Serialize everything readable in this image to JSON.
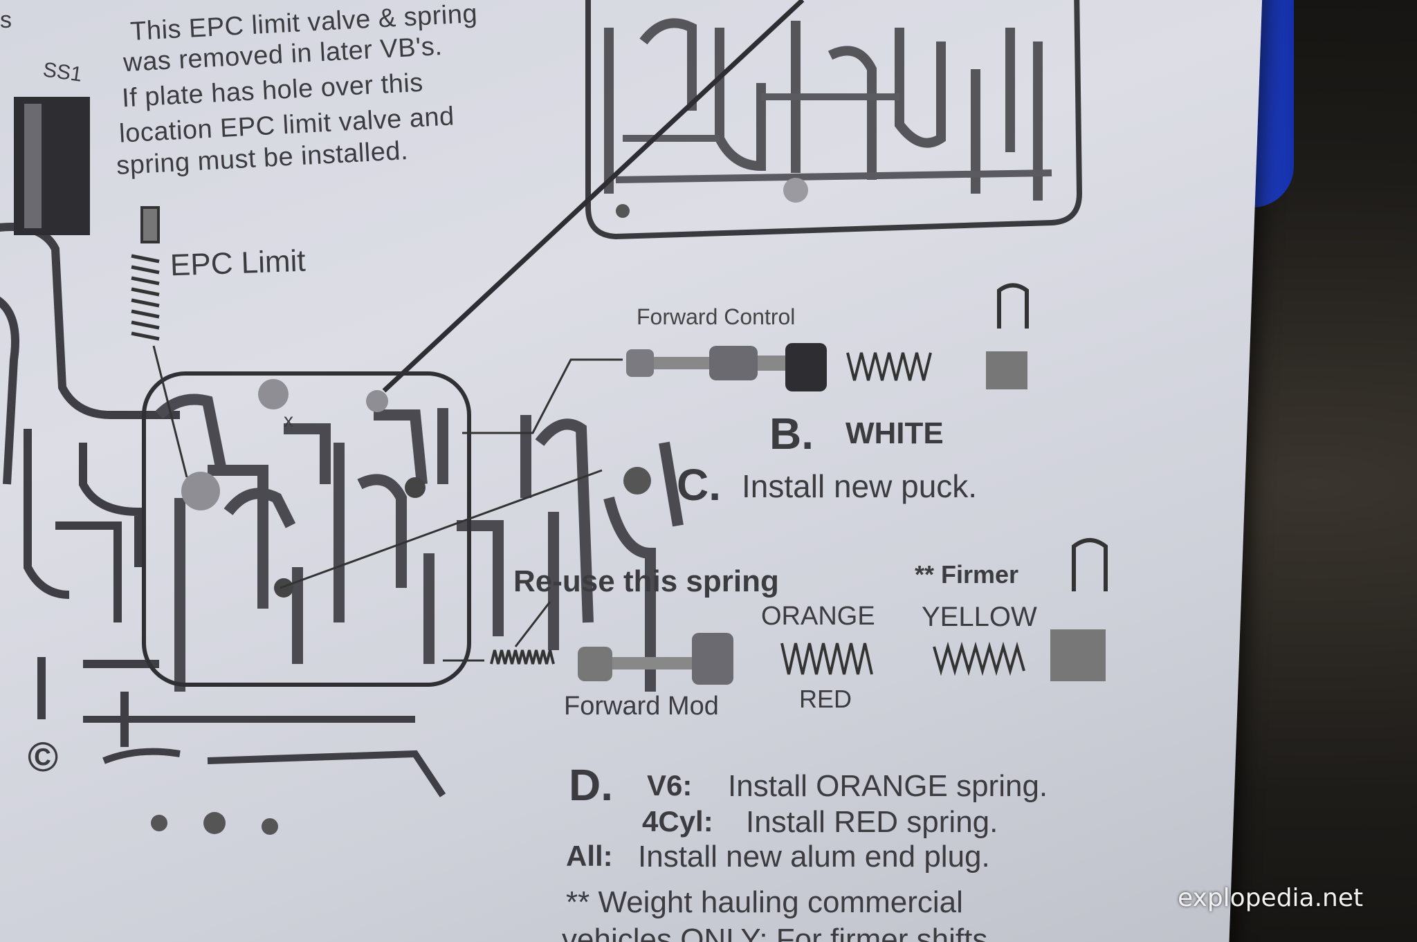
{
  "note": {
    "lines": [
      "This EPC limit valve & spring",
      "was removed in later VB's.",
      "If plate has hole over this",
      "location EPC limit valve and",
      "spring must be installed."
    ]
  },
  "labels": {
    "ss1": "SS1",
    "s_fragment": "s",
    "epc_limit": "EPC Limit",
    "x_mark": "x",
    "forward_control": "Forward Control",
    "step_b_letter": "B.",
    "step_b_text": "WHITE",
    "step_c_letter": "C.",
    "step_c_text": "Install new puck.",
    "reuse_spring": "Re-use this spring",
    "firmer": "** Firmer",
    "orange": "ORANGE",
    "yellow": "YELLOW",
    "red": "RED",
    "forward_mod": "Forward Mod",
    "copyright": "©"
  },
  "step_d": {
    "letter": "D.",
    "v6_label": "V6:",
    "v6_text": "Install ORANGE spring.",
    "cyl_label": "4Cyl:",
    "cyl_text": "Install RED spring.",
    "all_label": "All:",
    "all_text": "Install new alum end plug.",
    "footnote_1": "**  Weight hauling commercial",
    "footnote_2": "vehicles ONLY:  For firmer shifts"
  },
  "watermark": "explopedia.net"
}
